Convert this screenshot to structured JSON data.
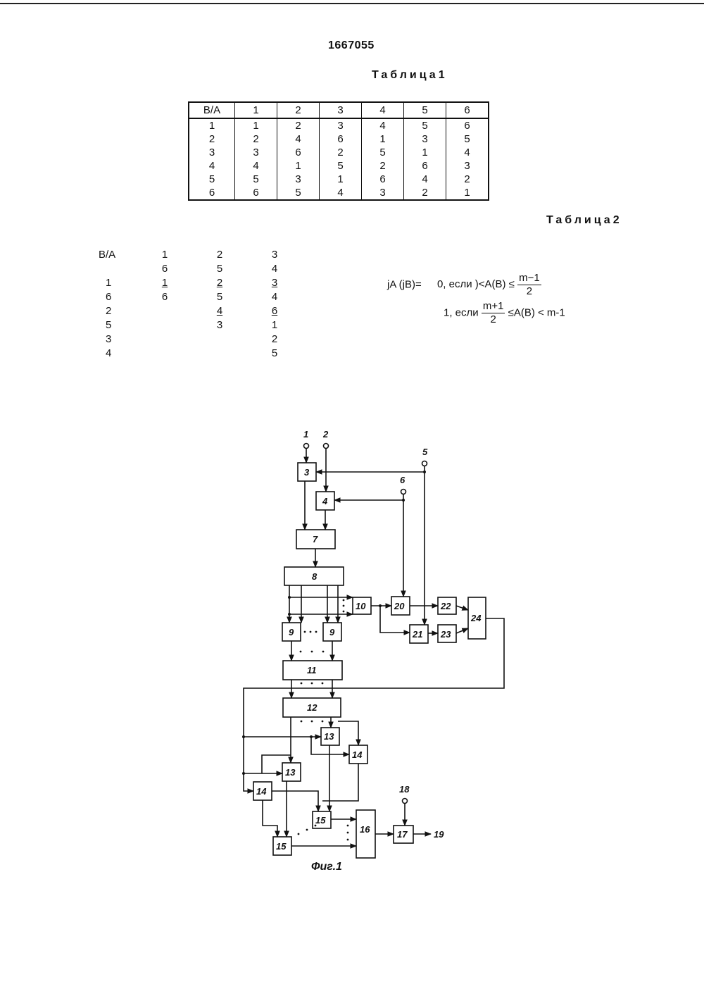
{
  "doc_number": "1667055",
  "table1": {
    "caption": "Таблица1",
    "header": [
      "B/A",
      "1",
      "2",
      "3",
      "4",
      "5",
      "6"
    ],
    "rows": [
      [
        "1",
        "1",
        "2",
        "3",
        "4",
        "5",
        "6"
      ],
      [
        "2",
        "2",
        "4",
        "6",
        "1",
        "3",
        "5"
      ],
      [
        "3",
        "3",
        "6",
        "2",
        "5",
        "1",
        "4"
      ],
      [
        "4",
        "4",
        "1",
        "5",
        "2",
        "6",
        "3"
      ],
      [
        "5",
        "5",
        "3",
        "1",
        "6",
        "4",
        "2"
      ],
      [
        "6",
        "6",
        "5",
        "4",
        "3",
        "2",
        "1"
      ]
    ]
  },
  "table2": {
    "caption": "Таблица2",
    "col0": [
      "B/A",
      "",
      "1",
      "6",
      "2",
      "5",
      "3",
      "4"
    ],
    "col1": [
      "1",
      "6",
      "1",
      "6"
    ],
    "col2": [
      "2",
      "5",
      "2",
      "5",
      "4",
      "3"
    ],
    "col3": [
      "3",
      "4",
      "3",
      "4",
      "6",
      "1",
      "2",
      "5"
    ]
  },
  "formula": {
    "lhs": "jA (jB)=",
    "case0_prefix": "0, если )<A(B) ≤",
    "case0_num": "m−1",
    "case0_den": "2",
    "case1_prefix": "1, если",
    "case1_num": "m+1",
    "case1_den": "2",
    "case1_suffix": "≤A(B) < m-1"
  },
  "figure": {
    "caption": "Фиг.1",
    "labels": {
      "in1": "1",
      "in2": "2",
      "in5": "5",
      "in6": "6",
      "in18": "18",
      "out19": "19",
      "b3": "3",
      "b4": "4",
      "b7": "7",
      "b8": "8",
      "b9a": "9",
      "b9b": "9",
      "b10": "10",
      "b11": "11",
      "b12": "12",
      "b13a": "13",
      "b13b": "13",
      "b14a": "14",
      "b14b": "14",
      "b15a": "15",
      "b15b": "15",
      "b16": "16",
      "b17": "17",
      "b20": "20",
      "b21": "21",
      "b22": "22",
      "b23": "23",
      "b24": "24"
    }
  }
}
